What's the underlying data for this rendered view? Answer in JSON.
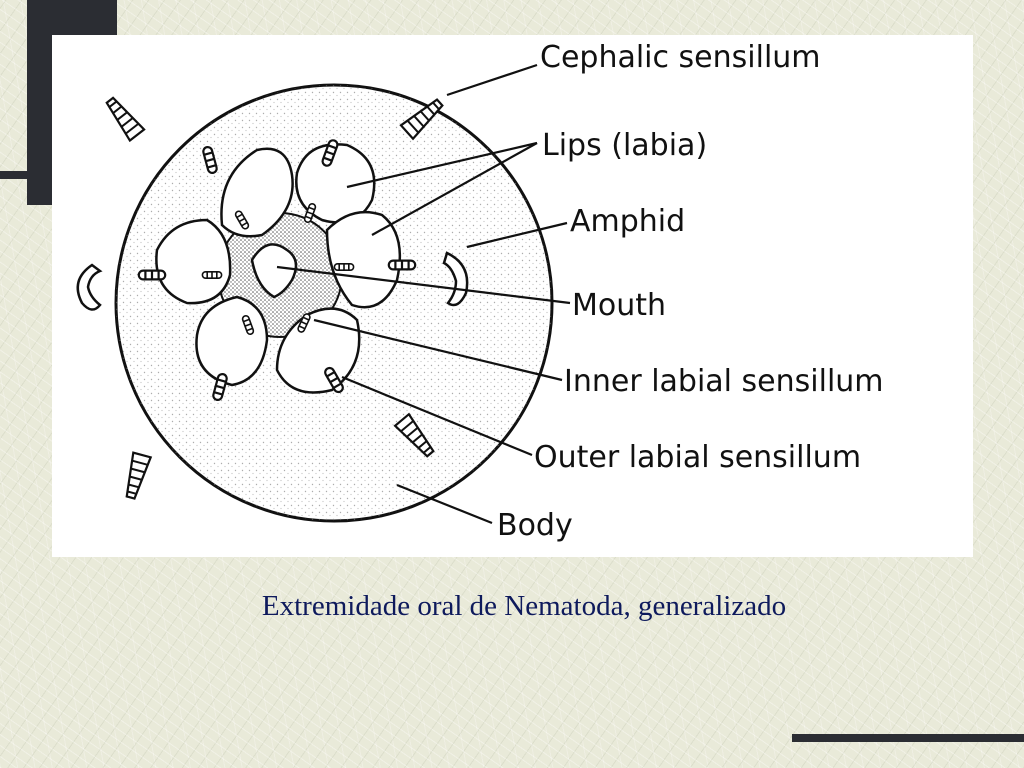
{
  "figure": {
    "labels": {
      "cephalic": "Cephalic sensillum",
      "lips": "Lips (labia)",
      "amphid": "Amphid",
      "mouth": "Mouth",
      "inner": "Inner labial sensillum",
      "outer": "Outer labial sensillum",
      "body": "Body"
    }
  },
  "caption": "Extremidade oral de Nematoda, generalizado",
  "colors": {
    "decor": "#2b2d33",
    "caption": "#0e1a5c",
    "background": "#e9ead9"
  }
}
